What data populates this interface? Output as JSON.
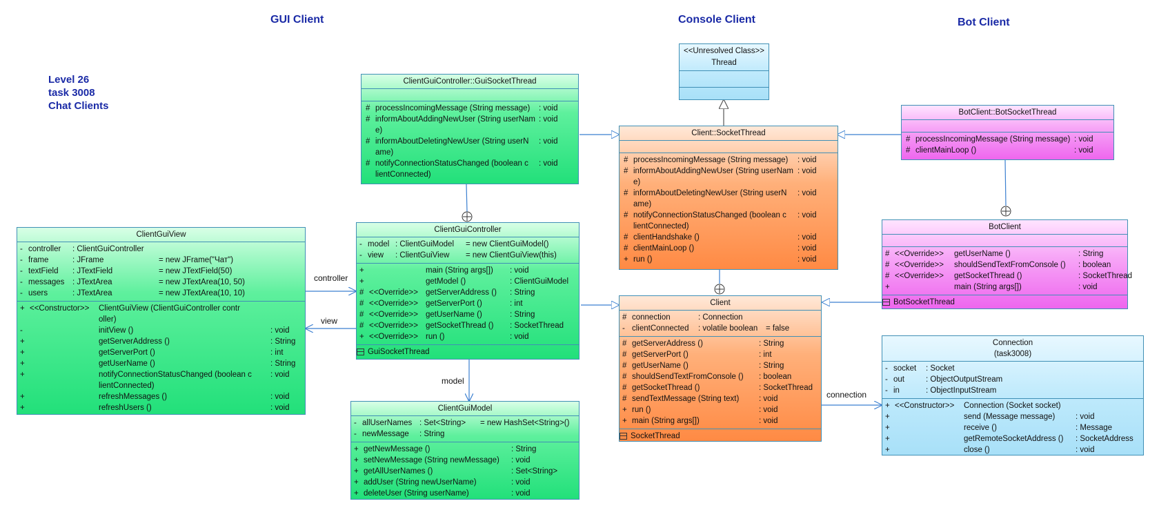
{
  "headings": {
    "gui": "GUI  Client",
    "console": "Console  Client",
    "bot": "Bot  Client"
  },
  "level": {
    "line1": "Level 26",
    "line2": "task 3008",
    "line3": "Chat Clients"
  },
  "thread": {
    "stereotype": "<<Unresolved Class>>",
    "name": "Thread"
  },
  "gui_socket_thread": {
    "title": "ClientGuiController::GuiSocketThread",
    "ops": [
      {
        "vis": "#",
        "sig": "processIncomingMessage (String message)",
        "ret": ": void"
      },
      {
        "vis": "#",
        "sig": "informAboutAddingNewUser (String userNam e)",
        "ret": ": void"
      },
      {
        "vis": "#",
        "sig": "informAboutDeletingNewUser (String userN ame)",
        "ret": ": void"
      },
      {
        "vis": "#",
        "sig": "notifyConnectionStatusChanged (boolean c lientConnected)",
        "ret": ": void"
      }
    ]
  },
  "client_socket_thread": {
    "title": "Client::SocketThread",
    "ops": [
      {
        "vis": "#",
        "sig": "processIncomingMessage (String message)",
        "ret": ": void"
      },
      {
        "vis": "#",
        "sig": "informAboutAddingNewUser (String userNam e)",
        "ret": ": void"
      },
      {
        "vis": "#",
        "sig": "informAboutDeletingNewUser (String userN ame)",
        "ret": ": void"
      },
      {
        "vis": "#",
        "sig": "notifyConnectionStatusChanged (boolean c lientConnected)",
        "ret": ": void"
      },
      {
        "vis": "#",
        "sig": "clientHandshake ()",
        "ret": ": void"
      },
      {
        "vis": "#",
        "sig": "clientMainLoop ()",
        "ret": ": void"
      },
      {
        "vis": "+",
        "sig": "run ()",
        "ret": ": void"
      }
    ]
  },
  "bot_socket_thread": {
    "title": "BotClient::BotSocketThread",
    "ops": [
      {
        "vis": "#",
        "sig": "processIncomingMessage (String message)",
        "ret": ": void"
      },
      {
        "vis": "#",
        "sig": "clientMainLoop ()",
        "ret": ": void"
      }
    ]
  },
  "client_gui_view": {
    "title": "ClientGuiView",
    "attrs": [
      {
        "vis": "-",
        "name": "controller",
        "type": ": ClientGuiController",
        "init": ""
      },
      {
        "vis": "-",
        "name": "frame",
        "type": ": JFrame",
        "init": "= new JFrame(\"Чат\")"
      },
      {
        "vis": "-",
        "name": "textField",
        "type": ": JTextField",
        "init": "= new JTextField(50)"
      },
      {
        "vis": "-",
        "name": "messages",
        "type": ": JTextArea",
        "init": "= new JTextArea(10, 50)"
      },
      {
        "vis": "-",
        "name": "users",
        "type": ": JTextArea",
        "init": "= new JTextArea(10, 10)"
      }
    ],
    "ops": [
      {
        "vis": "+",
        "st": "<<Constructor>>",
        "sig": "ClientGuiView (ClientGuiController contr oller)",
        "ret": ""
      },
      {
        "vis": "-",
        "st": "",
        "sig": "initView ()",
        "ret": ": void"
      },
      {
        "vis": "+",
        "st": "",
        "sig": "getServerAddress ()",
        "ret": ": String"
      },
      {
        "vis": "+",
        "st": "",
        "sig": "getServerPort ()",
        "ret": ": int"
      },
      {
        "vis": "+",
        "st": "",
        "sig": "getUserName ()",
        "ret": ": String"
      },
      {
        "vis": "+",
        "st": "",
        "sig": "notifyConnectionStatusChanged (boolean c lientConnected)",
        "ret": ": void"
      },
      {
        "vis": "+",
        "st": "",
        "sig": "refreshMessages ()",
        "ret": ": void"
      },
      {
        "vis": "+",
        "st": "",
        "sig": "refreshUsers ()",
        "ret": ": void"
      }
    ]
  },
  "client_gui_controller": {
    "title": "ClientGuiController",
    "attrs": [
      {
        "vis": "-",
        "name": "model",
        "type": ": ClientGuiModel",
        "init": "= new ClientGuiModel()"
      },
      {
        "vis": "-",
        "name": "view",
        "type": ": ClientGuiView",
        "init": "= new ClientGuiView(this)"
      }
    ],
    "ops": [
      {
        "vis": "+",
        "st": "",
        "sig": "main (String args[])",
        "ret": ": void"
      },
      {
        "vis": "+",
        "st": "",
        "sig": "getModel ()",
        "ret": ": ClientGuiModel"
      },
      {
        "vis": "#",
        "st": "<<Override>>",
        "sig": "getServerAddress ()",
        "ret": ": String"
      },
      {
        "vis": "#",
        "st": "<<Override>>",
        "sig": "getServerPort ()",
        "ret": ": int"
      },
      {
        "vis": "#",
        "st": "<<Override>>",
        "sig": "getUserName ()",
        "ret": ": String"
      },
      {
        "vis": "#",
        "st": "<<Override>>",
        "sig": "getSocketThread ()",
        "ret": ": SocketThread"
      },
      {
        "vis": "+",
        "st": "<<Override>>",
        "sig": "run ()",
        "ret": ": void"
      }
    ],
    "nested": "GuiSocketThread"
  },
  "client_gui_model": {
    "title": "ClientGuiModel",
    "attrs": [
      {
        "vis": "-",
        "name": "allUserNames",
        "type": ": Set<String>",
        "init": "= new HashSet<String>()"
      },
      {
        "vis": "-",
        "name": "newMessage",
        "type": ": String",
        "init": ""
      }
    ],
    "ops": [
      {
        "vis": "+",
        "sig": "getNewMessage ()",
        "ret": ": String"
      },
      {
        "vis": "+",
        "sig": "setNewMessage (String newMessage)",
        "ret": ": void"
      },
      {
        "vis": "+",
        "sig": "getAllUserNames ()",
        "ret": ": Set<String>"
      },
      {
        "vis": "+",
        "sig": "addUser (String newUserName)",
        "ret": ": void"
      },
      {
        "vis": "+",
        "sig": "deleteUser (String userName)",
        "ret": ": void"
      }
    ]
  },
  "client": {
    "title": "Client",
    "attrs": [
      {
        "vis": "#",
        "name": "connection",
        "type": ": Connection",
        "init": ""
      },
      {
        "vis": "-",
        "name": "clientConnected",
        "type": ": volatile boolean",
        "init": "= false"
      }
    ],
    "ops": [
      {
        "vis": "#",
        "sig": "getServerAddress ()",
        "ret": ": String"
      },
      {
        "vis": "#",
        "sig": "getServerPort ()",
        "ret": ": int"
      },
      {
        "vis": "#",
        "sig": "getUserName ()",
        "ret": ": String"
      },
      {
        "vis": "#",
        "sig": "shouldSendTextFromConsole ()",
        "ret": ": boolean"
      },
      {
        "vis": "#",
        "sig": "getSocketThread ()",
        "ret": ": SocketThread"
      },
      {
        "vis": "#",
        "sig": "sendTextMessage (String text)",
        "ret": ": void"
      },
      {
        "vis": "+",
        "sig": "run ()",
        "ret": ": void"
      },
      {
        "vis": "+",
        "sig": "main (String args[])",
        "ret": ": void"
      }
    ],
    "nested": "SocketThread"
  },
  "bot_client": {
    "title": "BotClient",
    "ops": [
      {
        "vis": "#",
        "st": "<<Override>>",
        "sig": "getUserName ()",
        "ret": ": String"
      },
      {
        "vis": "#",
        "st": "<<Override>>",
        "sig": "shouldSendTextFromConsole ()",
        "ret": ": boolean"
      },
      {
        "vis": "#",
        "st": "<<Override>>",
        "sig": "getSocketThread ()",
        "ret": ": SocketThread"
      },
      {
        "vis": "+",
        "st": "",
        "sig": "main (String args[])",
        "ret": ": void"
      }
    ],
    "nested": "BotSocketThread"
  },
  "connection": {
    "title": "Connection",
    "subtitle": "(task3008)",
    "attrs": [
      {
        "vis": "-",
        "name": "socket",
        "type": ": Socket"
      },
      {
        "vis": "-",
        "name": "out",
        "type": ": ObjectOutputStream"
      },
      {
        "vis": "-",
        "name": "in",
        "type": ": ObjectInputStream"
      }
    ],
    "ops": [
      {
        "vis": "+",
        "st": "<<Constructor>>",
        "sig": "Connection (Socket socket)",
        "ret": ""
      },
      {
        "vis": "+",
        "st": "",
        "sig": "send (Message message)",
        "ret": ": void"
      },
      {
        "vis": "+",
        "st": "",
        "sig": "receive ()",
        "ret": ": Message"
      },
      {
        "vis": "+",
        "st": "",
        "sig": "getRemoteSocketAddress ()",
        "ret": ": SocketAddress"
      },
      {
        "vis": "+",
        "st": "",
        "sig": "close ()",
        "ret": ": void"
      }
    ]
  },
  "link_labels": {
    "controller": "controller",
    "view": "view",
    "model": "model",
    "connection": "connection"
  },
  "colors": {
    "heading": "#1a2aa6",
    "border": "#3f8fb5",
    "link": "#3a7fd0"
  }
}
